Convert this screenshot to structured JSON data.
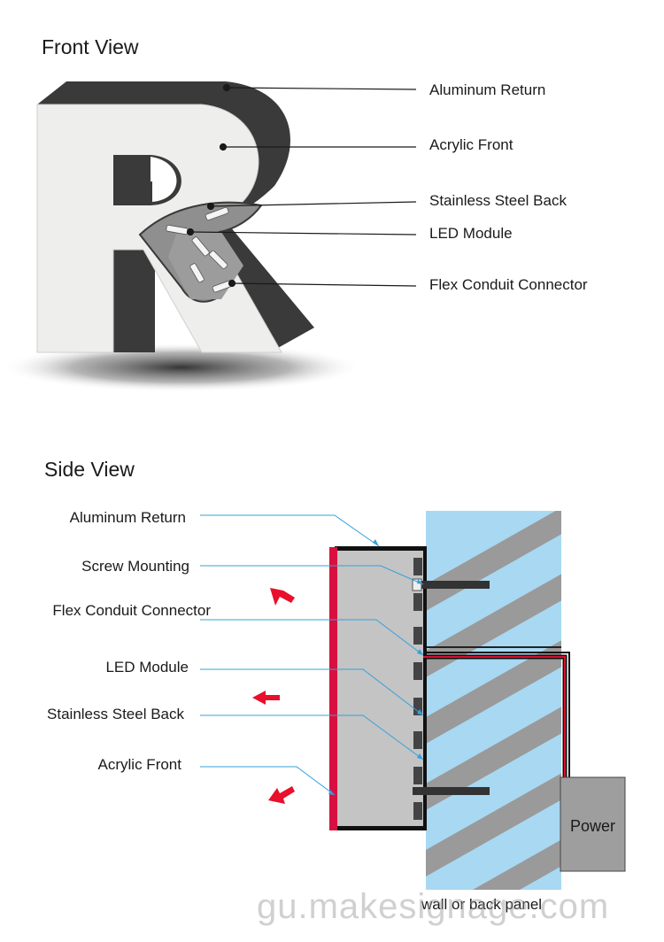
{
  "front": {
    "title": "Front View",
    "labels": [
      "Aluminum Return",
      "Acrylic Front",
      "Stainless Steel Back",
      "LED Module",
      "Flex Conduit Connector"
    ]
  },
  "side": {
    "title": "Side View",
    "labels": [
      "Aluminum Return",
      "Screw Mounting",
      "Flex Conduit Connector",
      "LED Module",
      "Stainless Steel Back",
      "Acrylic Front"
    ],
    "power_label": "Power",
    "wall_label": "wall or back panel"
  },
  "watermark": "gu.makesignage.com",
  "colors": {
    "aluminum": "#3a3a3a",
    "acrylic": "#eeeeec",
    "interior": "#c4c4c4",
    "wall": "#a8d8f2",
    "stripe": "#9a9a9a",
    "red": "#e8102a",
    "leader_blue": "#35a0db"
  }
}
